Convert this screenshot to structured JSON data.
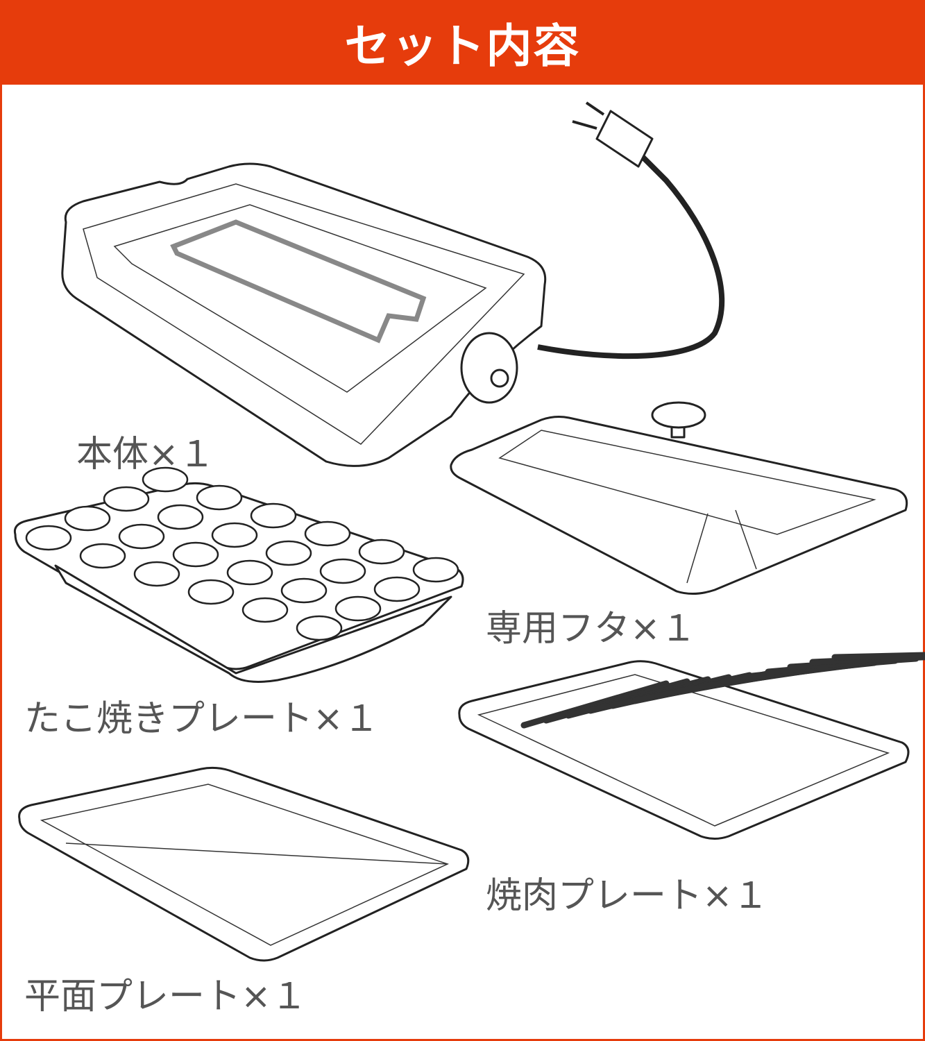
{
  "header": {
    "title": "セット内容"
  },
  "items": [
    {
      "label": "本体×１"
    },
    {
      "label": "専用フタ×１"
    },
    {
      "label": "たこ焼きプレート×１"
    },
    {
      "label": "焼肉プレート×１"
    },
    {
      "label": "平面プレート×１"
    }
  ],
  "colors": {
    "accent": "#e63c0c",
    "label_text": "#555555"
  }
}
